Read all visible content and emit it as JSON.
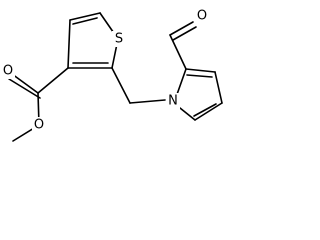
{
  "molecule": {
    "atoms": {
      "sulfur": "S",
      "pyrrole_nitrogen": "N",
      "aldehyde_oxygen": "O",
      "carbonyl_oxygen": "O",
      "ester_oxygen": "O"
    }
  }
}
